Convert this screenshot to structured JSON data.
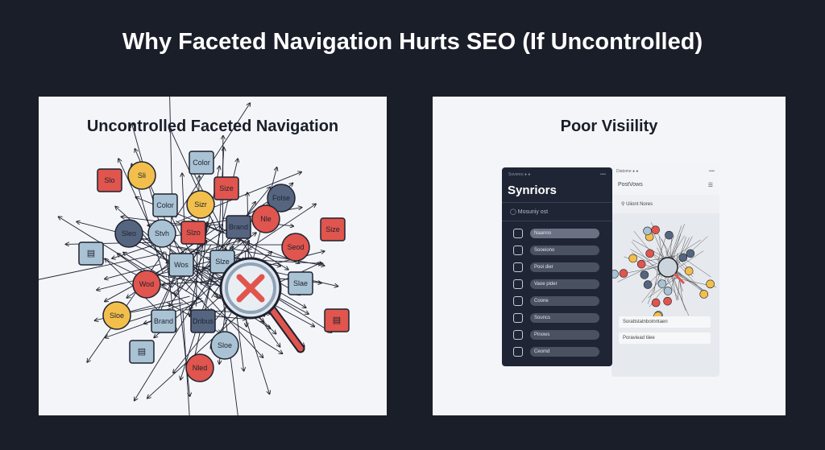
{
  "title": "Why Faceted Navigation Hurts SEO (If Uncontrolled)",
  "left": {
    "title": "Uncontrolled Faceted Navigation",
    "nodes": [
      "Color",
      "Sli",
      "Slo",
      "Size",
      "Color",
      "Sizr",
      "Folse",
      "Brand",
      "Nle",
      "Size",
      "Sleo",
      "Stvh",
      "Slzo",
      "Seod",
      "",
      "Wos",
      "Slze",
      "Slae",
      "Wod",
      "Sloe",
      "Brand",
      "Dribus",
      "",
      "Sloe",
      "",
      "Nled"
    ]
  },
  "right": {
    "title": "Poor Visiility",
    "dark_panel": {
      "status": "Sovoreo ● ●",
      "dots": "••••",
      "brand": "Synriors",
      "search": "Mosuniy ost",
      "items": [
        "Naanno",
        "Sooeiono",
        "Pooi dier",
        "Vaoe pider",
        "Coone",
        "Souncs",
        "Pinows",
        "Ceomd"
      ]
    },
    "light_panel": {
      "status": "Diatome ● ●",
      "dots": "••••",
      "header": "PostVows",
      "search": "Uiiont Nores",
      "rows": [
        "Sorattstatnbotnntaen",
        "Poraviead tiiee"
      ]
    }
  },
  "colors": {
    "background": "#1a1e29",
    "red": "#e0554d",
    "yellow": "#f2bf4c",
    "steel": "#a9c3d4",
    "navy": "#56657f"
  }
}
